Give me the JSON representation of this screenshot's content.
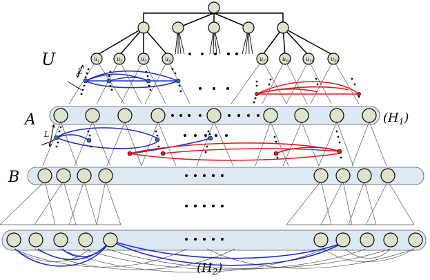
{
  "labels": {
    "U": "U",
    "A": "A",
    "B": "B",
    "L_top": "L",
    "L_mid": "L",
    "H1": "(H",
    "H1_sub": "1",
    "H1_close": ")",
    "H2": "(H",
    "H2_sub": "2",
    "H2_close": ")"
  },
  "u_nodes": [
    {
      "name": "u",
      "sub": "1"
    },
    {
      "name": "u",
      "sub": "2"
    },
    {
      "name": "u",
      "sub": "3"
    },
    {
      "name": "u",
      "sub": "4"
    },
    {
      "name": "u",
      "sub": "17"
    },
    {
      "name": "u",
      "sub": "18"
    },
    {
      "name": "u",
      "sub": "19"
    },
    {
      "name": "u",
      "sub": "20"
    }
  ],
  "colors": {
    "node_fill": "#e0e3cc",
    "band_fill": "#dde8f4",
    "blue": "#1f2fd6",
    "red": "#e31a1a"
  }
}
